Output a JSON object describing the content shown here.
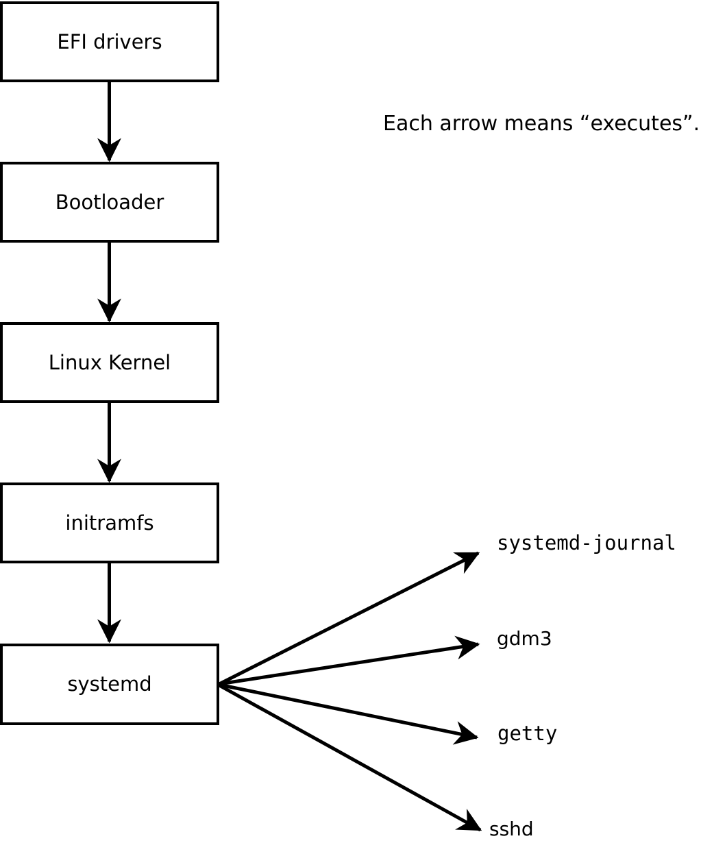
{
  "note": {
    "text": "Each arrow means “executes”."
  },
  "chain": [
    {
      "label": "EFI drivers"
    },
    {
      "label": "Bootloader"
    },
    {
      "label": "Linux Kernel"
    },
    {
      "label": "initramfs"
    },
    {
      "label": "systemd"
    }
  ],
  "targets": [
    {
      "label": "systemd-journal"
    },
    {
      "label": "gdm3"
    },
    {
      "label": "getty"
    },
    {
      "label": "sshd"
    }
  ],
  "colors": {
    "ink": "#000000",
    "background": "#ffffff",
    "box_fill": "#ffffff"
  }
}
